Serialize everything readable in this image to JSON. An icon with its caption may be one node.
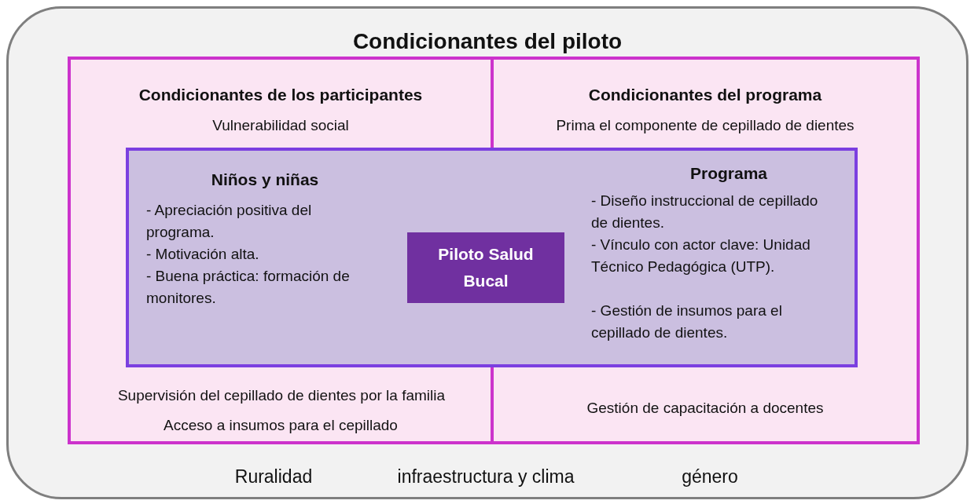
{
  "diagram": {
    "nodes": [
      {
        "text": [
          "Condicionantes del piloto",
          "Ruralidad",
          "infraestructura y clima",
          "género"
        ]
      },
      {
        "text": [
          "Condicionantes de los participantes",
          "Vulnerabilidad social",
          "Supervisión del cepillado de dientes por la familia",
          "Acceso a insumos para el cepillado"
        ],
        "in": 0
      },
      {
        "text": [
          "Condicionantes del programa",
          "Prima el componente de cepillado de dientes",
          "Gestión de capacitación a docentes"
        ],
        "in": 0
      },
      {
        "text": [
          "Niños y niñas",
          "- Apreciación positiva del programa.",
          "- Motivación alta.",
          "- Buena práctica: formación de monitores."
        ],
        "in": 1
      },
      {
        "text": [
          "Programa",
          "- Diseño instruccional de cepillado de dientes.",
          "- Vínculo con actor clave: Unidad Técnico Pedagógica (UTP).",
          "- Gestión de insumos para el cepillado de dientes."
        ],
        "in": 2
      },
      {
        "text": [
          "Piloto Salud Bucal"
        ],
        "in": 0
      }
    ]
  }
}
